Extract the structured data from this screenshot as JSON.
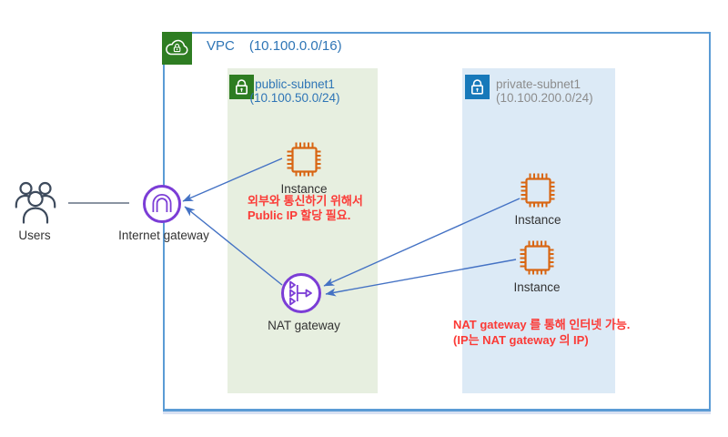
{
  "vpc": {
    "label": "VPC",
    "cidr": "(10.100.0.0/16)"
  },
  "public_subnet": {
    "name": "public-subnet1",
    "cidr": "(10.100.50.0/24)"
  },
  "private_subnet": {
    "name": "private-subnet1",
    "cidr": "(10.100.200.0/24)"
  },
  "nodes": {
    "users": {
      "label": "Users"
    },
    "internet_gateway": {
      "label": "Internet gateway"
    },
    "nat_gateway": {
      "label": "NAT gateway"
    },
    "public_instance": {
      "label": "Instance"
    },
    "private_instance_1": {
      "label": "Instance"
    },
    "private_instance_2": {
      "label": "Instance"
    }
  },
  "notes": {
    "public_instance_note": {
      "line1": "외부와 통신하기 위해서",
      "line2": "Public IP 할당 필요."
    },
    "private_subnet_note": {
      "line1": "NAT gateway 를 통해 인터넷 가능.",
      "line2": "(IP는 NAT gateway 의 IP)"
    }
  },
  "colors": {
    "vpc_border": "#5B9BD5",
    "vpc_text": "#2E75B6",
    "public_subnet_fill": "#E7EFE0",
    "private_subnet_fill": "#DCEAF6",
    "green_icon": "#2E7D22",
    "blue_icon": "#1779BA",
    "instance_orange": "#D86613",
    "gateway_purple": "#7B3DD6",
    "arrow_blue": "#4472C4",
    "note_red": "#FB3A36",
    "private_label_gray": "#8C8C8C",
    "users_line": "#44546A"
  }
}
